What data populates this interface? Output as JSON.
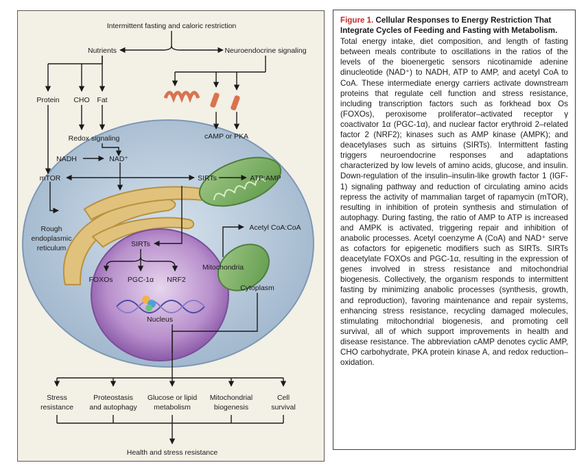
{
  "diagram": {
    "top": "Intermittent fasting and caloric restriction",
    "nutrients": "Nutrients",
    "neuroendocrine": "Neuroendocrine signaling",
    "protein": "Protein",
    "cho": "CHO",
    "fat": "Fat",
    "redox": "Redox signaling",
    "nadh": "NADH",
    "nad": "NAD⁺",
    "camp_pka": "cAMP or PKA",
    "mtor": "mTOR",
    "sirts_cyto": "SIRTs",
    "atp_amp": "ATP:AMP",
    "acetyl": "Acetyl CoA:CoA",
    "rough_er": [
      "Rough",
      "endoplasmic",
      "reticulum"
    ],
    "sirts_nuc": "SIRTs",
    "foxos": "FOXOs",
    "pgc": "PGC-1α",
    "nrf2": "NRF2",
    "mitochondria": "Mitochondria",
    "cytoplasm": "Cytoplasm",
    "nucleus": "Nucleus",
    "outcomes": [
      [
        "Stress",
        "resistance"
      ],
      [
        "Proteostasis",
        "and autophagy"
      ],
      [
        "Glucose or lipid",
        "metabolism"
      ],
      [
        "Mitochondrial",
        "biogenesis"
      ],
      [
        "Cell",
        "survival"
      ]
    ],
    "bottom": "Health and stress resistance"
  },
  "caption": {
    "figure_label": "Figure 1.",
    "title": " Cellular Responses to Energy Restriction That Integrate Cycles of Feeding and Fasting with Metabolism.",
    "body": "Total energy intake, diet composition, and length of fasting between meals contribute to oscillations in the ratios of the levels of the bioenergetic sensors nicotinamide adenine dinucleotide (NAD⁺) to NADH, ATP to AMP, and acetyl CoA to CoA. These intermediate energy carriers activate downstream proteins that regulate cell function and stress resistance, including transcription factors such as forkhead box Os (FOXOs), peroxisome proliferator–activated receptor γ coactivator 1α (PGC-1α), and nuclear factor erythroid 2–related factor 2 (NRF2); kinases such as AMP kinase (AMPK); and deacetylases such as sirtuins (SIRTs). Intermittent fasting triggers neuroendocrine responses and adaptations characterized by low levels of amino acids, glucose, and insulin. Down-regulation of the insulin–insulin-like growth factor 1 (IGF-1) signaling pathway and reduction of circulating amino acids repress the activity of mammalian target of rapamycin (mTOR), resulting in inhibition of protein synthesis and stimulation of autophagy. During fasting, the ratio of AMP to ATP is increased and AMPK is activated, triggering repair and inhibition of anabolic processes. Acetyl coenzyme A (CoA) and NAD⁺ serve as cofactors for epigenetic modifiers such as SIRTs. SIRTs deacetylate FOXOs and PGC-1α, resulting in the expression of genes involved in stress resistance and mitochondrial biogenesis. Collectively, the organism responds to intermittent fasting by minimizing anabolic processes (synthesis, growth, and reproduction), favoring maintenance and repair systems, enhancing stress resistance, recycling damaged molecules, stimulating mitochondrial biogenesis, and promoting cell survival, all of which support improvements in health and disease resistance. The abbreviation cAMP denotes cyclic AMP, CHO carbohydrate, PKA protein kinase A, and redox reduction–oxidation."
  }
}
